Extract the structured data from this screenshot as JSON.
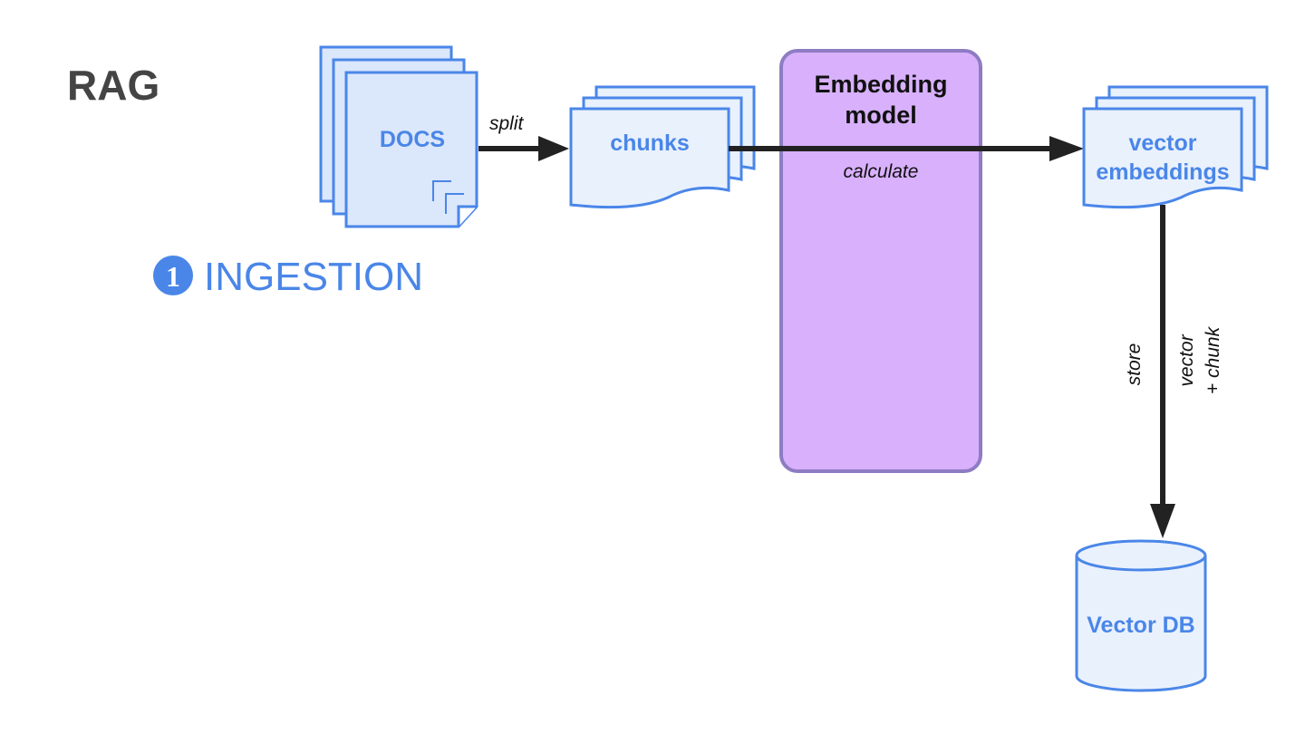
{
  "title": "RAG",
  "step": {
    "number": "1",
    "label": "INGESTION"
  },
  "nodes": {
    "docs": "DOCS",
    "chunks": "chunks",
    "model_line1": "Embedding",
    "model_line2": "model",
    "vectors_line1": "vector",
    "vectors_line2": "embeddings",
    "db": "Vector DB"
  },
  "edges": {
    "split": "split",
    "calculate": "calculate",
    "store": "store",
    "vector_chunk_line1": "vector",
    "vector_chunk_line2": "+ chunk"
  },
  "colors": {
    "accent": "#4a86e8",
    "model_fill": "#d8b0fb",
    "model_stroke": "#8e7cc3",
    "arrow": "#222222",
    "title": "#444444"
  }
}
